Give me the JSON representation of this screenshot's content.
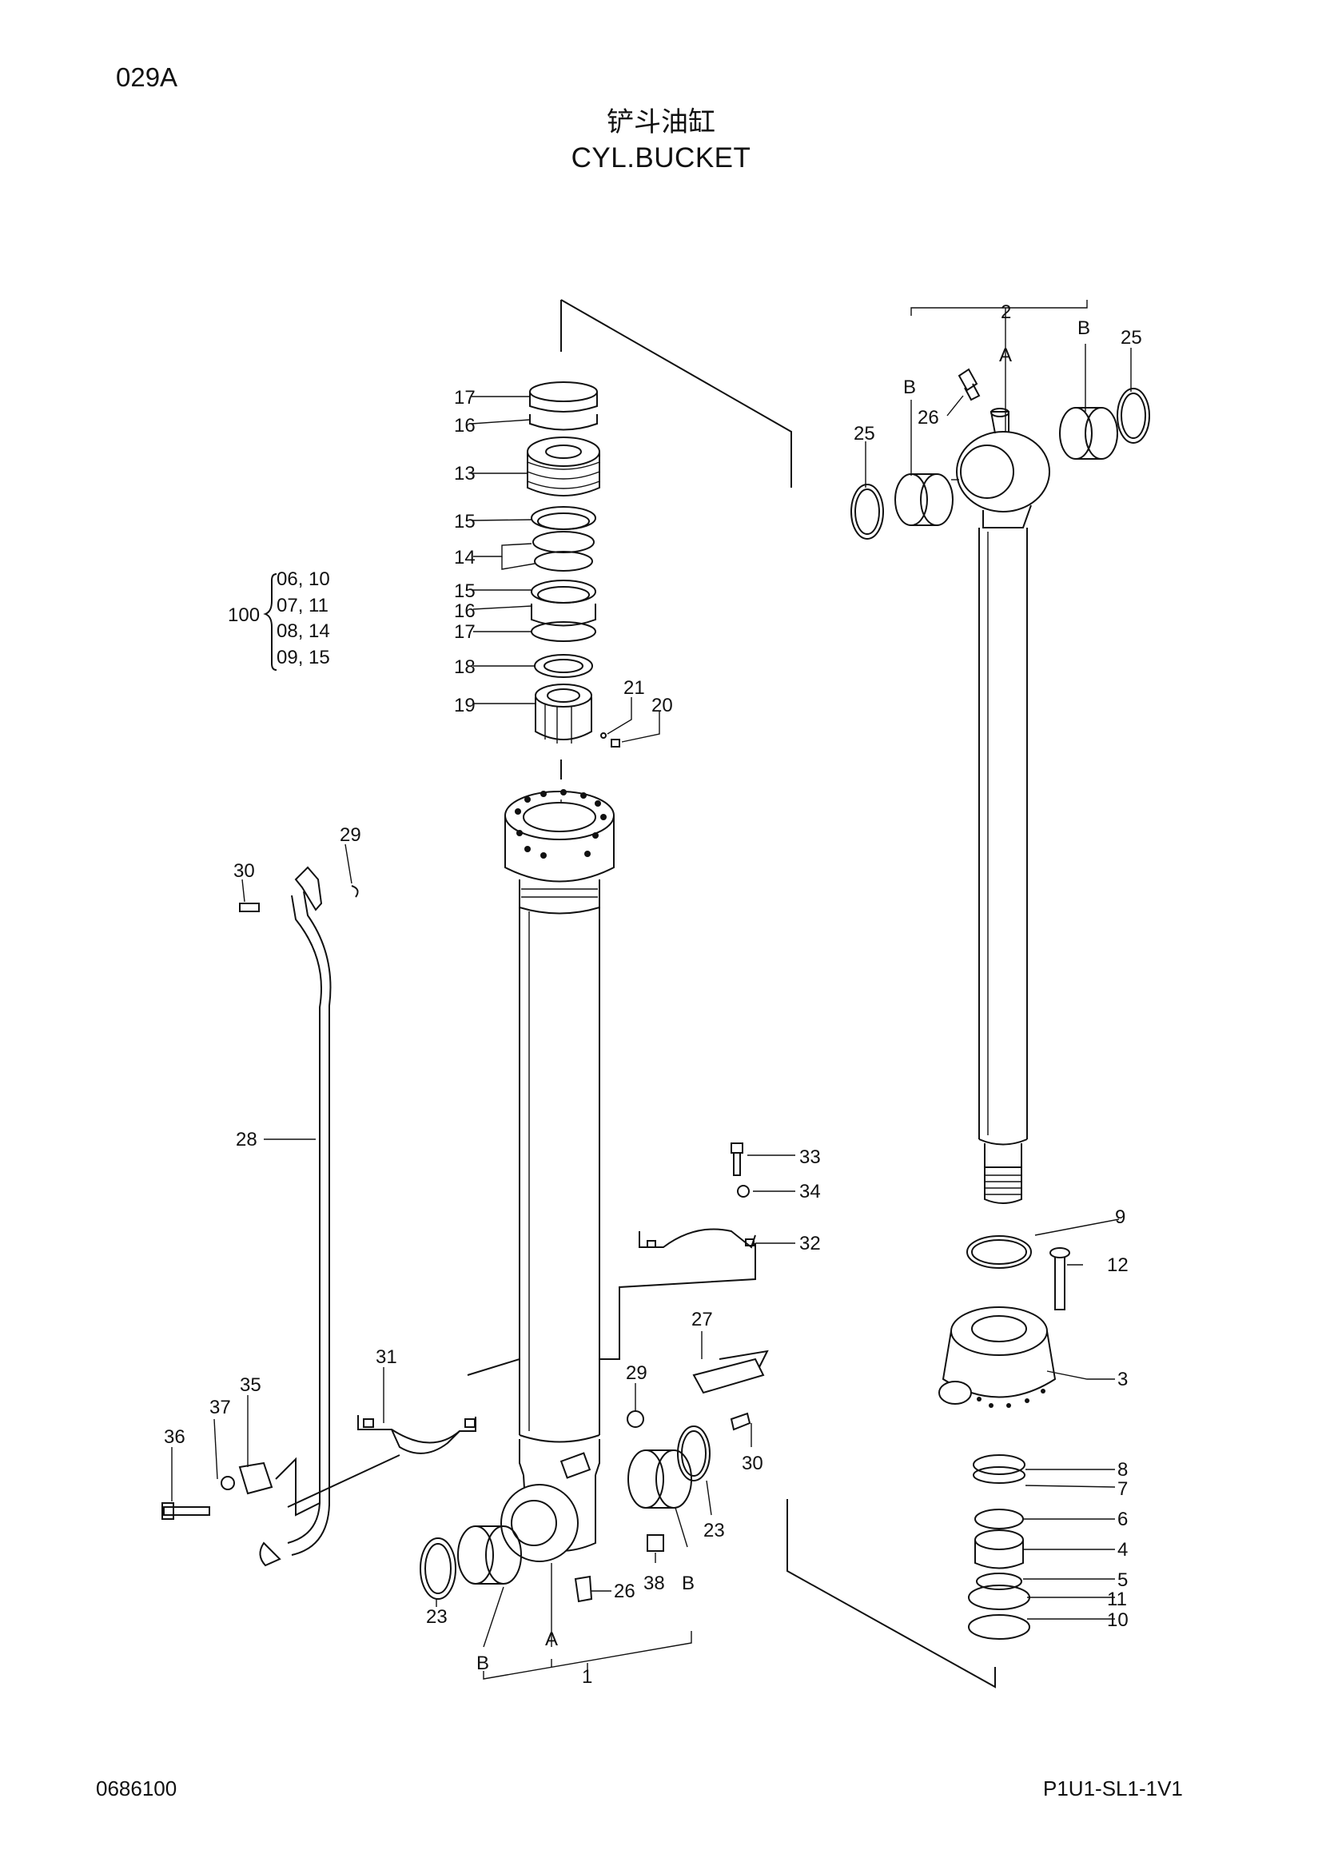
{
  "header": {
    "page_id": "029A",
    "title_zh": "铲斗油缸",
    "title_en": "CYL.BUCKET"
  },
  "footer": {
    "doc_number": "0686100",
    "sheet_code": "P1U1-SL1-1V1"
  },
  "kit": {
    "number": "100",
    "items": [
      "06, 10",
      "07, 11",
      "08, 14",
      "09, 15"
    ]
  },
  "callouts": {
    "c1": "1",
    "c2": "2",
    "c3": "3",
    "c4": "4",
    "c5": "5",
    "c6": "6",
    "c7": "7",
    "c8": "8",
    "c9": "9",
    "c10": "10",
    "c11": "11",
    "c12": "12",
    "c13": "13",
    "c14": "14",
    "c15a": "15",
    "c15b": "15",
    "c16a": "16",
    "c16b": "16",
    "c17a": "17",
    "c17b": "17",
    "c18": "18",
    "c19": "19",
    "c20": "20",
    "c21": "21",
    "c23a": "23",
    "c23b": "23",
    "c25a": "25",
    "c25b": "25",
    "c26a": "26",
    "c26b": "26",
    "c27": "27",
    "c28": "28",
    "c29a": "29",
    "c29b": "29",
    "c30a": "30",
    "c30b": "30",
    "c31": "31",
    "c32": "32",
    "c33": "33",
    "c34": "34",
    "c35": "35",
    "c36": "36",
    "c37": "37",
    "c38": "38",
    "rodA": "A",
    "rodB1": "B",
    "rodB2": "B",
    "tubeA": "A",
    "tubeB1": "B",
    "tubeB2": "B"
  }
}
